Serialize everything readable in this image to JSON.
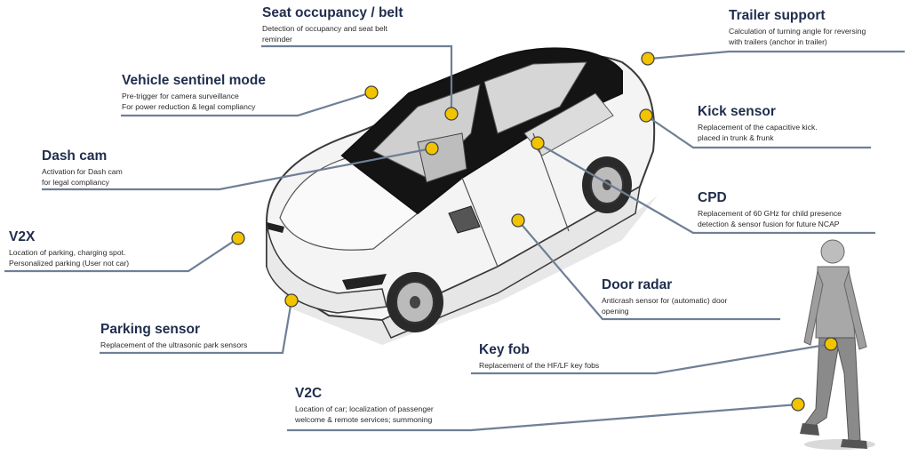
{
  "features": [
    {
      "key": "seat",
      "title": "Seat occupancy / belt",
      "lines": [
        "Detection of occupancy and seat belt",
        "reminder"
      ]
    },
    {
      "key": "trailer",
      "title": "Trailer support",
      "lines": [
        "Calculation of turning angle for reversing",
        "with trailers (anchor in trailer)"
      ]
    },
    {
      "key": "sentinel",
      "title": "Vehicle sentinel mode",
      "lines": [
        "Pre-trigger for camera surveillance",
        "For power reduction & legal compliancy"
      ]
    },
    {
      "key": "kick",
      "title": "Kick sensor",
      "lines": [
        "Replacement of the capacitive kick.",
        "placed in trunk & frunk"
      ]
    },
    {
      "key": "dashcam",
      "title": "Dash cam",
      "lines": [
        "Activation for Dash cam",
        "for legal compliancy"
      ]
    },
    {
      "key": "cpd",
      "title": "CPD",
      "lines": [
        "Replacement of 60 GHz for child presence",
        "detection & sensor fusion for future NCAP"
      ]
    },
    {
      "key": "v2x",
      "title": "V2X",
      "lines": [
        "Location of parking, charging spot.",
        "Personalized parking (User not car)"
      ]
    },
    {
      "key": "doorradar",
      "title": "Door radar",
      "lines": [
        "Anticrash sensor for (automatic) door",
        "opening"
      ]
    },
    {
      "key": "parking",
      "title": "Parking sensor",
      "lines": [
        "Replacement of the ultrasonic park sensors"
      ]
    },
    {
      "key": "keyfob",
      "title": "Key fob",
      "lines": [
        "Replacement of the HF/LF key fobs"
      ]
    },
    {
      "key": "v2c",
      "title": "V2C",
      "lines": [
        "Location of car; localization of passenger",
        "welcome & remote services; summoning"
      ]
    }
  ],
  "colors": {
    "title": "#1f2d4d",
    "line": "#6f7f96",
    "dot": "#f2c400",
    "dot_border": "#444444"
  }
}
